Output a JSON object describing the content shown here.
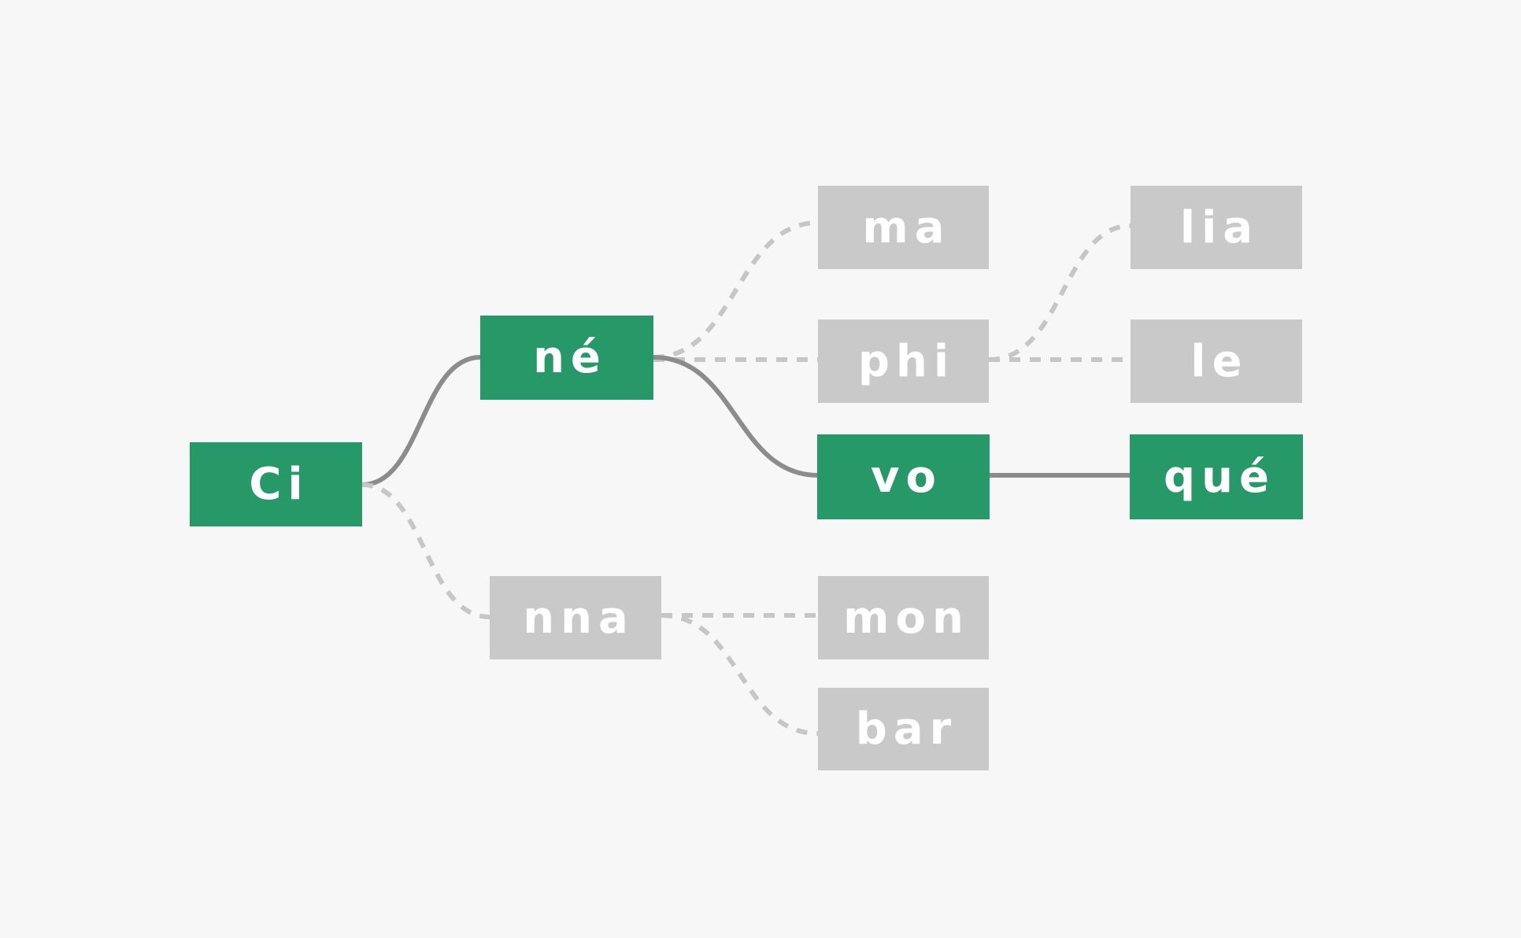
{
  "diagram": {
    "colors": {
      "active_fill": "#279969",
      "inactive_fill": "#c9c9c9",
      "active_edge": "#8c8c8c",
      "inactive_edge": "#c6c6c6",
      "background": "#f7f7f7"
    },
    "nodes": {
      "ci": {
        "label": "Ci",
        "state": "active"
      },
      "ne": {
        "label": "né",
        "state": "active"
      },
      "nna": {
        "label": "nna",
        "state": "inactive"
      },
      "ma": {
        "label": "ma",
        "state": "inactive"
      },
      "phi": {
        "label": "phi",
        "state": "inactive"
      },
      "vo": {
        "label": "vo",
        "state": "active"
      },
      "mon": {
        "label": "mon",
        "state": "inactive"
      },
      "bar": {
        "label": "bar",
        "state": "inactive"
      },
      "lia": {
        "label": "lia",
        "state": "inactive"
      },
      "le": {
        "label": "le",
        "state": "inactive"
      },
      "que": {
        "label": "qué",
        "state": "active"
      }
    },
    "edges": [
      {
        "from": "Ci",
        "to": "né",
        "state": "active"
      },
      {
        "from": "Ci",
        "to": "nna",
        "state": "inactive"
      },
      {
        "from": "né",
        "to": "ma",
        "state": "inactive"
      },
      {
        "from": "né",
        "to": "phi",
        "state": "inactive"
      },
      {
        "from": "né",
        "to": "vo",
        "state": "active"
      },
      {
        "from": "nna",
        "to": "mon",
        "state": "inactive"
      },
      {
        "from": "nna",
        "to": "bar",
        "state": "inactive"
      },
      {
        "from": "phi",
        "to": "lia",
        "state": "inactive"
      },
      {
        "from": "phi",
        "to": "le",
        "state": "inactive"
      },
      {
        "from": "vo",
        "to": "qué",
        "state": "active"
      }
    ]
  }
}
